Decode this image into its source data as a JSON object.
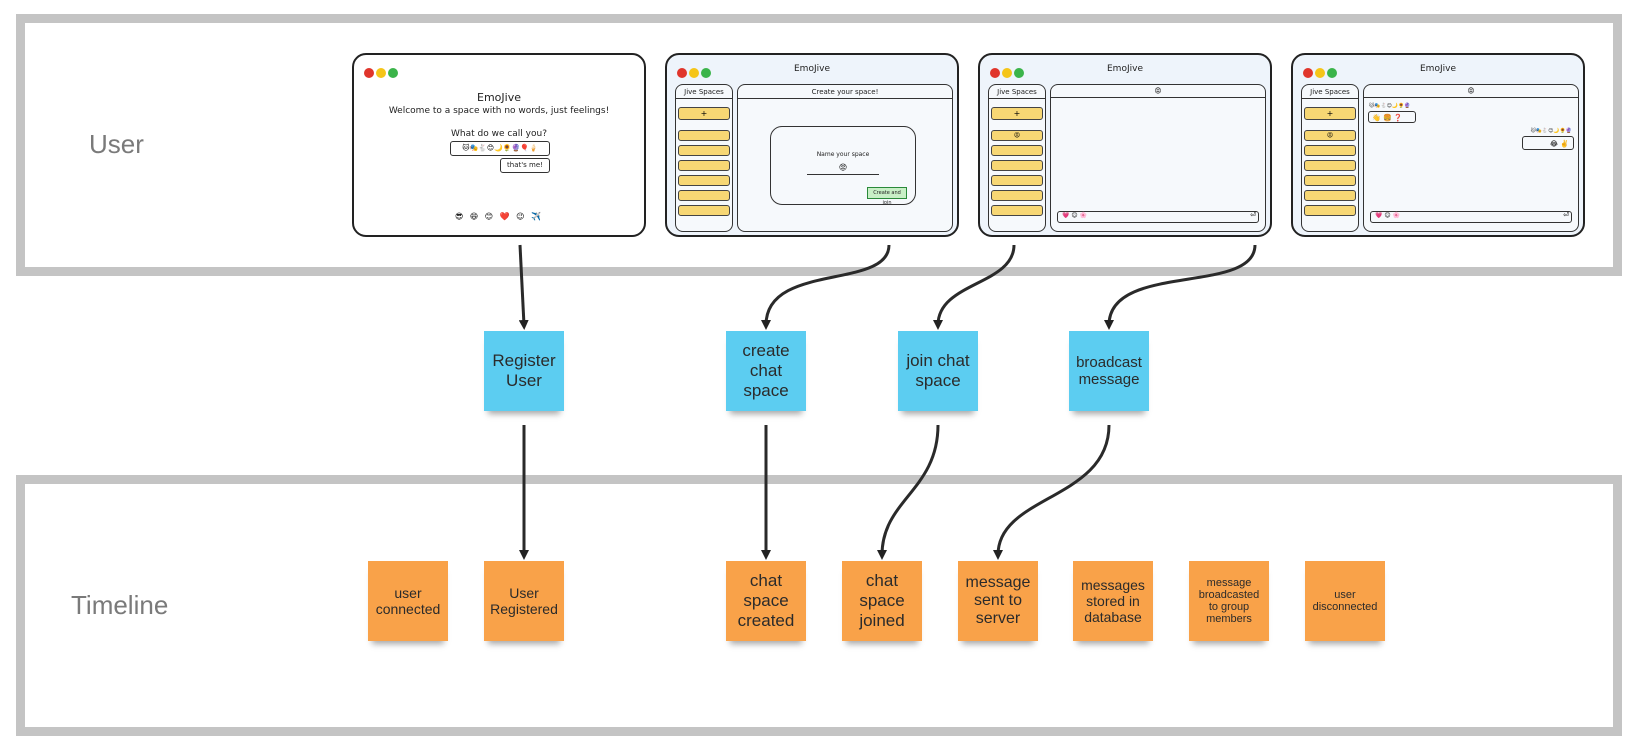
{
  "lanes": {
    "user": "User",
    "timeline": "Timeline"
  },
  "colors": {
    "command": "#5ccdf1",
    "event": "#f9a249",
    "lane_border": "#c4c4c4",
    "slot": "#f7d774"
  },
  "wireframes": {
    "register": {
      "title": "EmoJive",
      "subtitle": "Welcome to a space with no words, just feelings!",
      "prompt": "What do we call you?",
      "input_value": "🐱🎭🐇😊🌙🌻🔮🎈🍦",
      "button": "that's me!",
      "emoji_row": "😎 😄 😊 ❤️ 😉 ✈️"
    },
    "create_space": {
      "title": "EmoJive",
      "sidebar_header": "Jive Spaces",
      "sidebar_add": "+",
      "panel_header": "Create your space!",
      "dialog_title": "Name your space",
      "dialog_emoji": "😡",
      "dialog_button": "Create and join"
    },
    "join_space": {
      "title": "EmoJive",
      "sidebar_header": "Jive Spaces",
      "sidebar_add": "+",
      "space_emoji": "😡",
      "composer_emojis": "💗 😊 🌸",
      "send_icon": "⏎"
    },
    "broadcast": {
      "title": "EmoJive",
      "sidebar_header": "Jive Spaces",
      "sidebar_add": "+",
      "space_emoji": "😡",
      "sender_name": "🐱🎭🐇😊🌙🌻🔮",
      "bubble_left": "👋 🍔 ❓",
      "bubble_right_name": "🐱🎭🐇😊🌙🌻🔮",
      "bubble_right": "😂 ✌️",
      "composer_emojis": "💗 😊 🌸",
      "send_icon": "⏎"
    }
  },
  "commands": [
    {
      "label": "Register User"
    },
    {
      "label": "create chat space"
    },
    {
      "label": "join chat space"
    },
    {
      "label": "broadcast message"
    }
  ],
  "events": [
    {
      "label": "user connected"
    },
    {
      "label": "User Registered"
    },
    {
      "label": "chat space created"
    },
    {
      "label": "chat space joined"
    },
    {
      "label": "message sent to server"
    },
    {
      "label": "messages stored in database"
    },
    {
      "label": "message broadcasted to group members"
    },
    {
      "label": "user disconnected"
    }
  ]
}
